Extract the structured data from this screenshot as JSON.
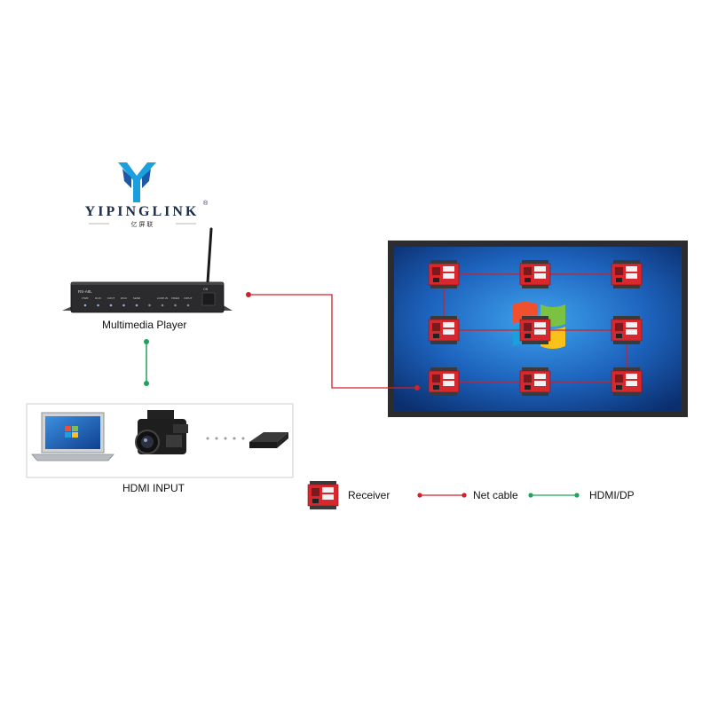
{
  "logo": {
    "brand": "YIPINGLINK",
    "registered_mark": "®",
    "tagline": "亿 屏 联"
  },
  "player": {
    "label": "Multimedia Player",
    "front_labels": [
      "PWR",
      "RUN",
      "CONT",
      "WI-FI",
      "SEND",
      "",
      "LOOP-IN",
      "VIDEO",
      "INPUT"
    ],
    "model": "RS-A8L"
  },
  "hdmi_input": {
    "label": "HDMI INPUT",
    "devices": [
      "laptop",
      "camcorder",
      "media-box"
    ]
  },
  "screen": {
    "receiver_rows": 3,
    "receiver_cols": 3
  },
  "legend": {
    "items": [
      {
        "icon": "receiver-icon",
        "label": "Receiver"
      },
      {
        "icon": "net-cable-icon",
        "label": "Net cable",
        "color": "#d0202a"
      },
      {
        "icon": "hdmi-dp-icon",
        "label": "HDMI/DP",
        "color": "#1fa35a"
      }
    ]
  },
  "colors": {
    "net_cable": "#d0202a",
    "hdmi": "#1fa35a",
    "receiver": "#d8282e",
    "screen_frame": "#2c2c2e",
    "desktop_blue": "#1f5fb8"
  }
}
